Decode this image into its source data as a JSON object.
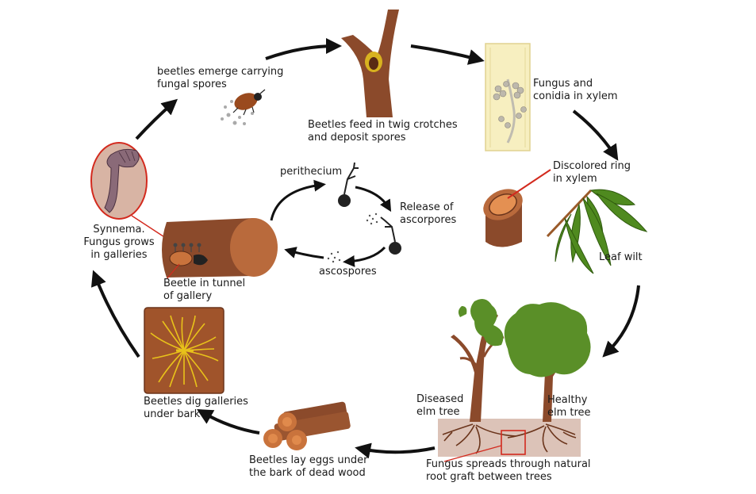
{
  "labels": {
    "emerge": [
      "beetles emerge carrying",
      "fungal spores"
    ],
    "feed": [
      "Beetles feed in twig crotches",
      "and deposit spores"
    ],
    "xylem": [
      "Fungus and",
      "conidia in xylem"
    ],
    "ring": [
      "Discolored ring",
      "in xylem"
    ],
    "wilt": "Leaf wilt",
    "perithecium": "perithecium",
    "release": [
      "Release of",
      "ascorpores"
    ],
    "ascospores": "ascospores",
    "synnema": [
      "Synnema.",
      "Fungus grows",
      "in galleries"
    ],
    "tunnel": [
      "Beetle in tunnel",
      "of gallery"
    ],
    "galleries": [
      "Beetles dig galleries",
      "under bark"
    ],
    "diseased": [
      "Diseased",
      "elm tree"
    ],
    "healthy": [
      "Healthy",
      "elm tree"
    ],
    "spread": [
      "Fungus spreads through natural",
      "root graft between trees"
    ],
    "eggs": [
      "Beetles lay eggs under",
      "the bark of dead wood"
    ]
  },
  "colors": {
    "bark": "#8b4a2b",
    "wood_light": "#b96a3c",
    "xylem": "#f7efc0",
    "leaf": "#4f8a1f",
    "leaf_dark": "#3d6f14",
    "fungus_yellow": "#e8c21a",
    "arrow": "#111111",
    "accent_red": "#d32a1e",
    "soil": "#dcc3b8",
    "synnema_fill": "#d8b4a4"
  }
}
